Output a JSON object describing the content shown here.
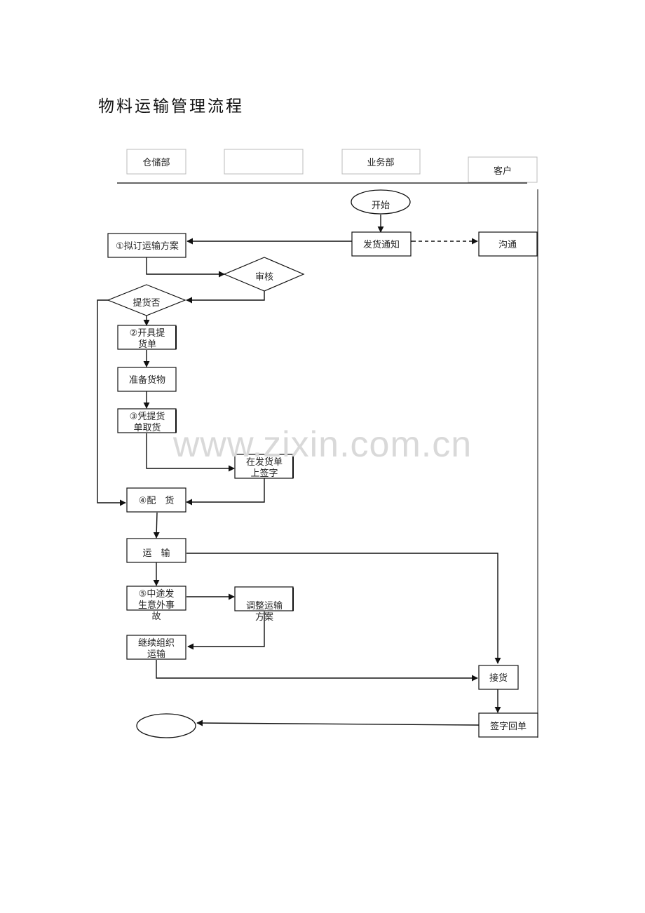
{
  "title": "物料运输管理流程",
  "lanes": {
    "warehouse": "仓储部",
    "blank": "",
    "business": "业务部",
    "customer": "客户"
  },
  "nodes": {
    "start": "开始",
    "ship_notice": "发货通知",
    "communicate": "沟通",
    "plan": "①拟订运输方案",
    "review": "审核",
    "pickup_q": "提货否",
    "issue_note_1": "②开具提",
    "issue_note_2": "货单",
    "prepare": "准备货物",
    "collect_1": "③凭提货",
    "collect_2": "单取货",
    "sign_note_1": "在发货单",
    "sign_note_2": "上签字",
    "distribute": "④配　货",
    "transport": "运　输",
    "accident_1": "⑤中途发",
    "accident_2": "生意外事",
    "accident_3": "故",
    "adjust_1": "调整运输",
    "adjust_2": "方案",
    "continue_1": "继续组织",
    "continue_2": "运输",
    "receive": "接货",
    "sign_receipt": "签字回单",
    "end": ""
  },
  "watermark": "www.zixin.com.cn"
}
